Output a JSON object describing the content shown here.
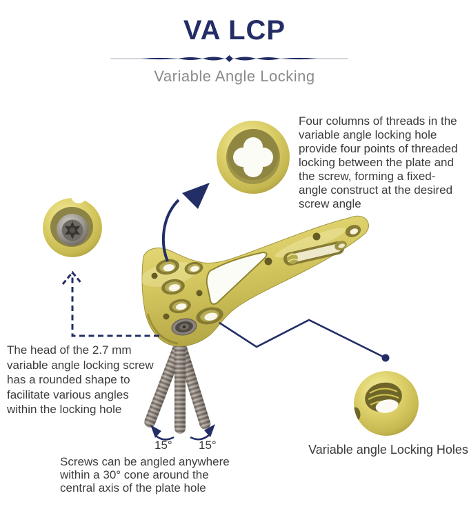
{
  "header": {
    "title": "VA LCP",
    "subtitle": "Variable Angle Locking"
  },
  "callouts": {
    "four_columns_text": "Four columns of threads in the\nvariable angle locking hole\nprovide four points of threaded\nlocking between the plate and\nthe screw, forming a fixed-\nangle construct at the desired\nscrew angle",
    "screw_head_text": "The head of the 2.7 mm\nvariable angle locking screw\nhas a rounded shape to\nfacilitate various angles\nwithin the locking hole",
    "cone_text": "Screws can be angled anywhere\nwithin a 30° cone around the\ncentral axis of the plate hole",
    "va_holes_label": "Variable angle Locking Holes",
    "angle_left": "15°",
    "angle_right": "15°"
  },
  "colors": {
    "navy": "#232d66",
    "gold": "#d9cb63",
    "text_dark": "#3b3b3b",
    "subtitle_gray": "#8a8a8a"
  }
}
